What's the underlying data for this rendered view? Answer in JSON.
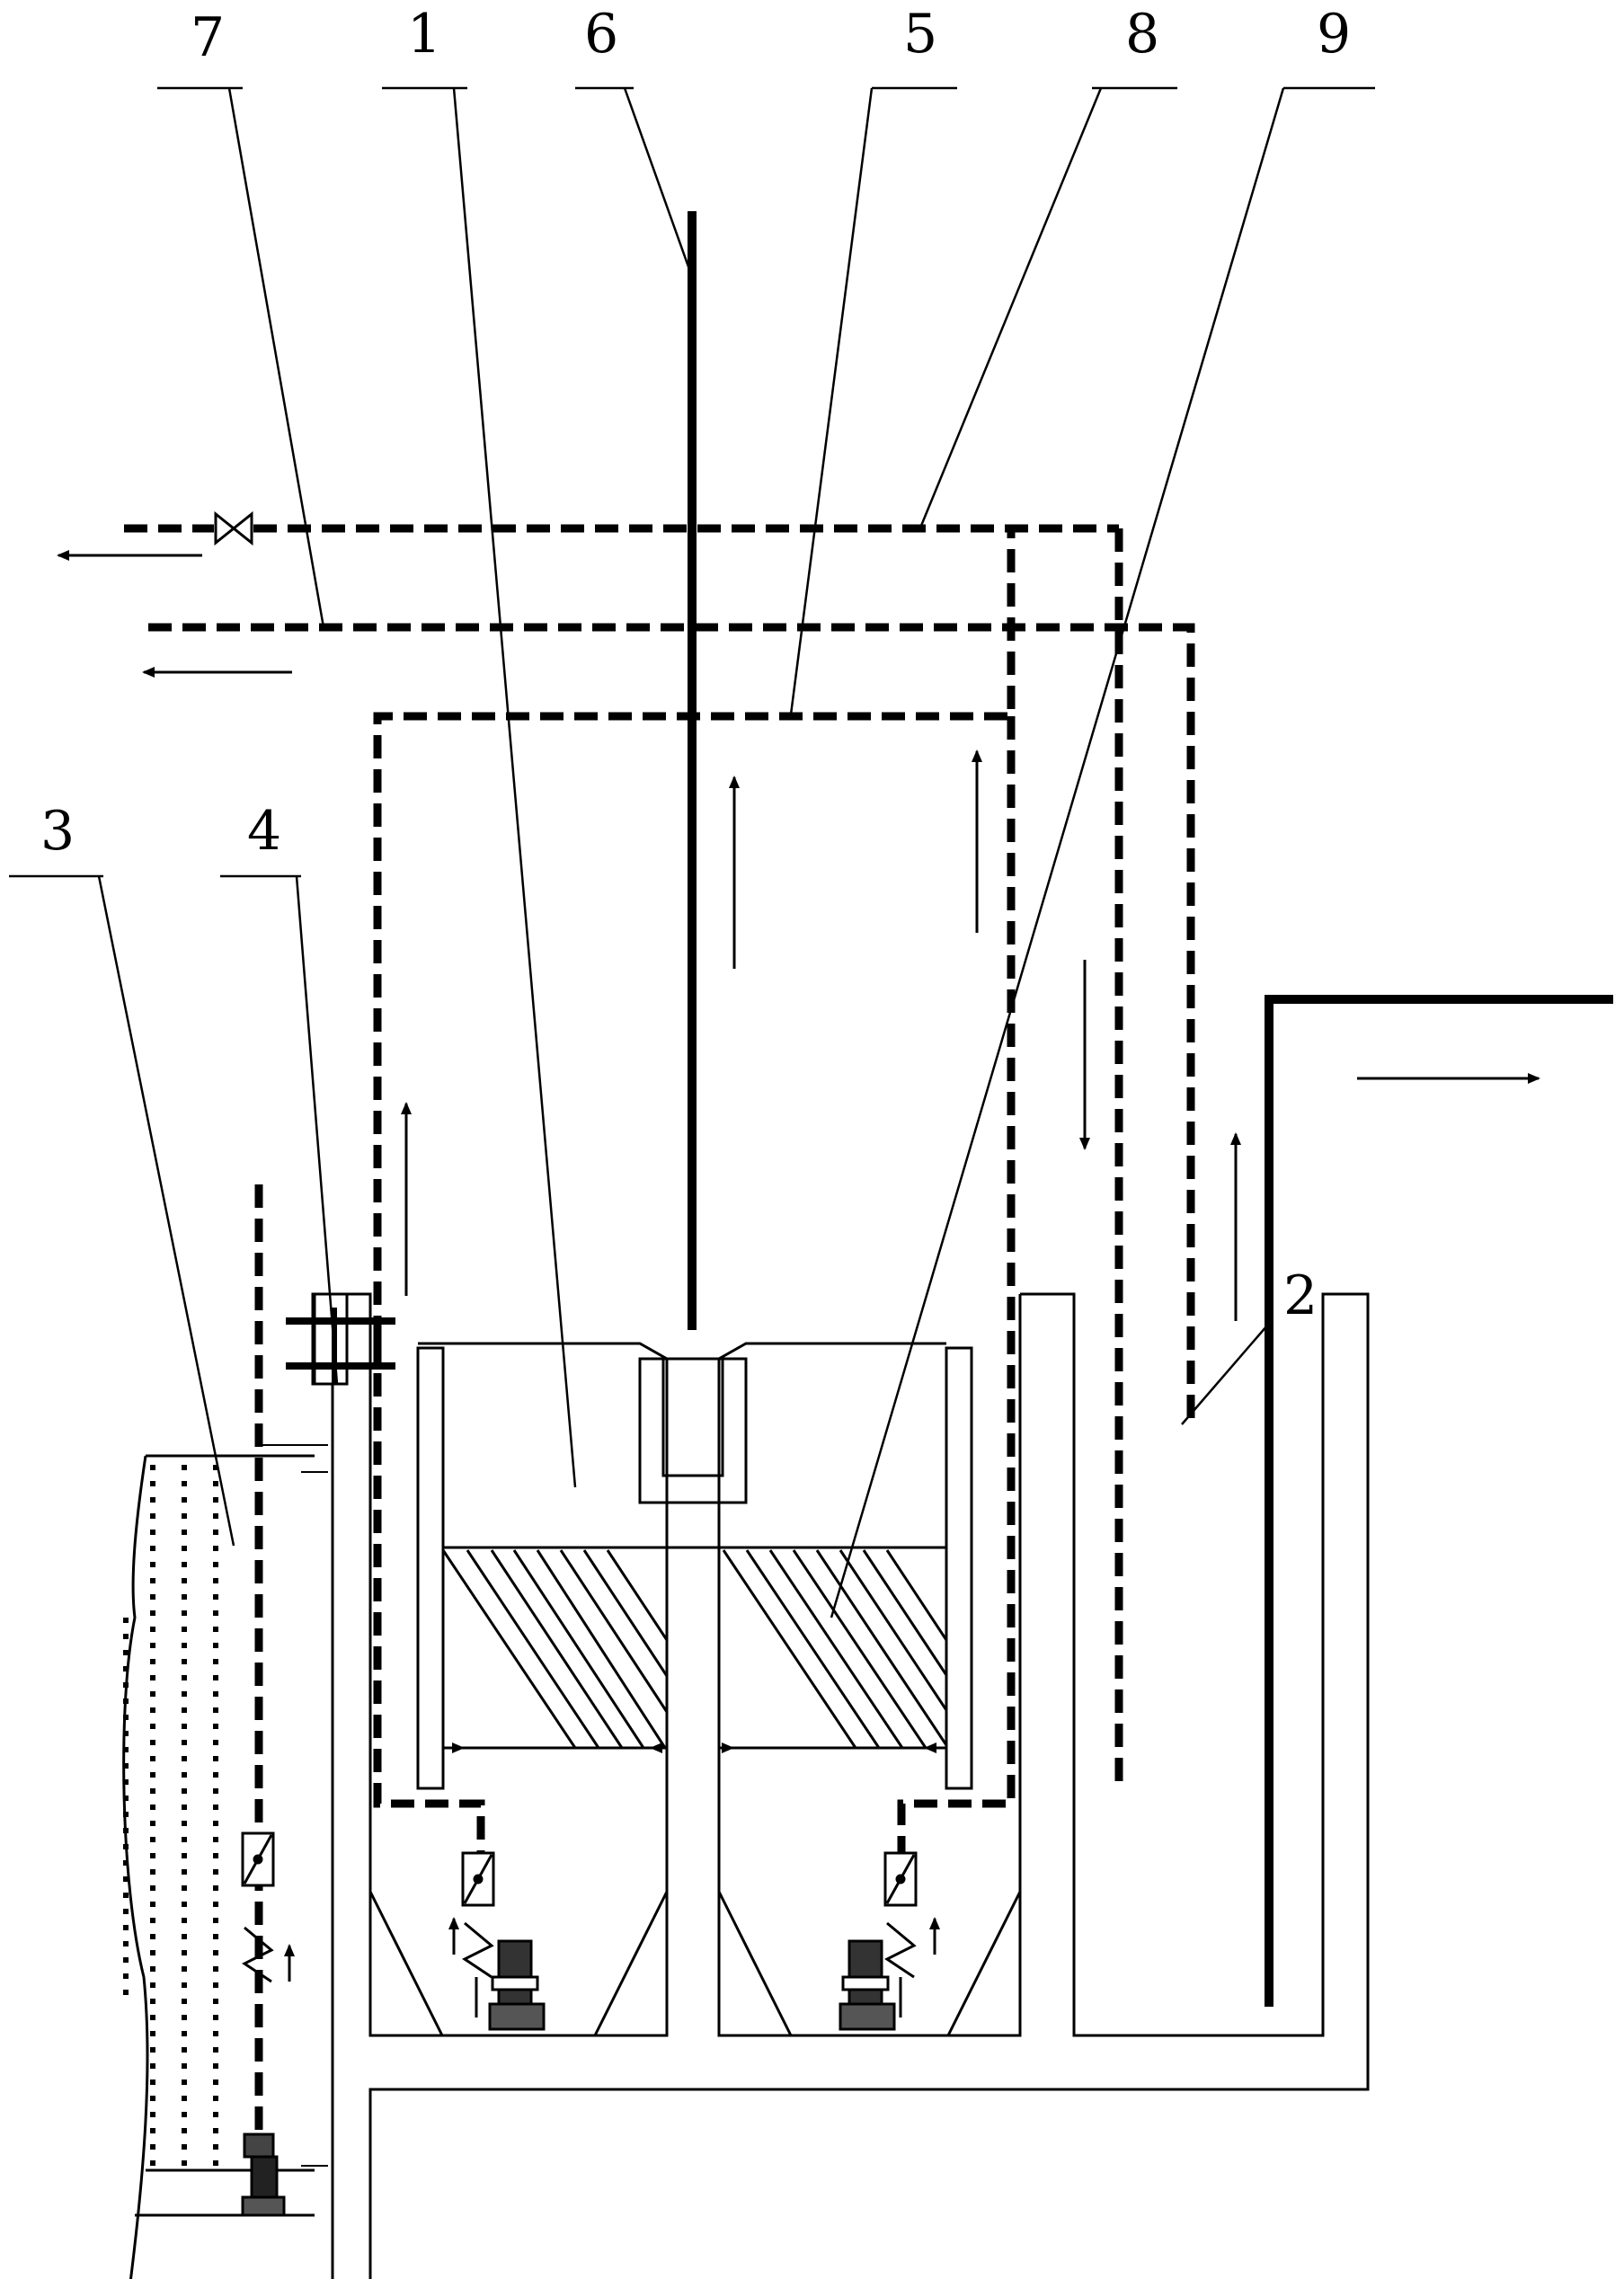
{
  "callouts": {
    "n1": "1",
    "n2": "2",
    "n3": "3",
    "n4": "4",
    "n5": "5",
    "n6": "6",
    "n7": "7",
    "n8": "8",
    "n9": "9"
  },
  "colors": {
    "line": "#000000",
    "background": "#ffffff"
  },
  "icons": {
    "pipe_valve": "gate-valve-icon",
    "check_valve": "check-valve-icon",
    "flow_meter": "flow-meter-icon",
    "vertical_pump": "vertical-pump-icon",
    "submersible_pump": "submersible-pump-icon",
    "flow_arrow": "flow-arrow-icon"
  }
}
